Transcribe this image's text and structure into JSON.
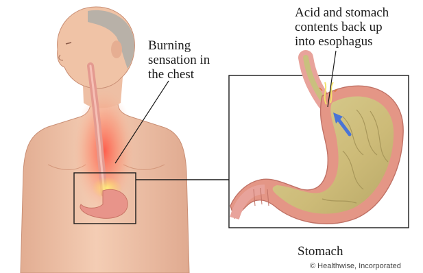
{
  "diagram": {
    "labels": {
      "burning": "Burning\nsensation in\nthe chest",
      "acid": "Acid and stomach\ncontents back up\ninto esophagus",
      "stomach": "Stomach"
    },
    "credit": "© Healthwise, Incorporated"
  },
  "colors": {
    "skin": "#f0c4a8",
    "skin_shadow": "#d9a287",
    "hair": "#b9b2aa",
    "esophagus": "#e8a39b",
    "stomach_outer": "#e59a8c",
    "stomach_lining": "#d6c98a",
    "glow": "#ff5a4a",
    "acid": "#f2e16a",
    "arrow": "#4a74d6",
    "frame": "#1a1a1a"
  }
}
